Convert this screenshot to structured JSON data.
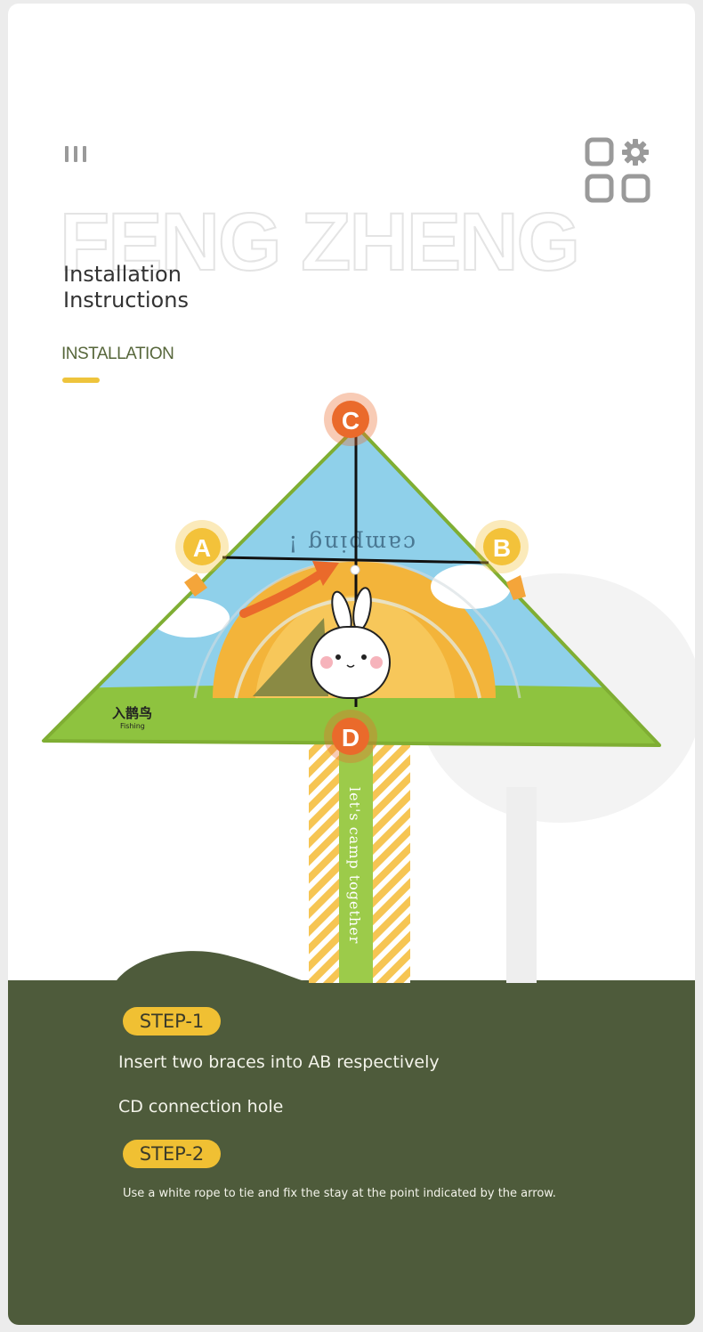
{
  "watermark": "FENG ZHENG",
  "title": {
    "line1": "Installation",
    "line2": "Instructions"
  },
  "section_label": "INSTALLATION",
  "kite": {
    "points": [
      "A",
      "B",
      "C",
      "D"
    ],
    "canopy_text": "camping !",
    "tail_text": "let's camp together",
    "brand_text": "入鹊鸟",
    "brand_sub": "Fishing",
    "colors": {
      "sky": "#8fd0ea",
      "grass": "#8ec33f",
      "tent": "#f3b43a",
      "marker_orange": "#ea6a2b",
      "marker_yellow": "#f3c23a"
    }
  },
  "steps": [
    {
      "label": "STEP-1",
      "lines": [
        "Insert two braces into AB respectively",
        "CD connection hole"
      ]
    },
    {
      "label": "STEP-2",
      "lines": [
        "Use a white rope to tie and fix the stay at the point indicated by the arrow."
      ]
    }
  ],
  "icons": [
    "menu-icon",
    "apps-settings-icon"
  ],
  "colors": {
    "panel": "#4e5b3b",
    "accent": "#f0c033",
    "section_text": "#56663a"
  }
}
